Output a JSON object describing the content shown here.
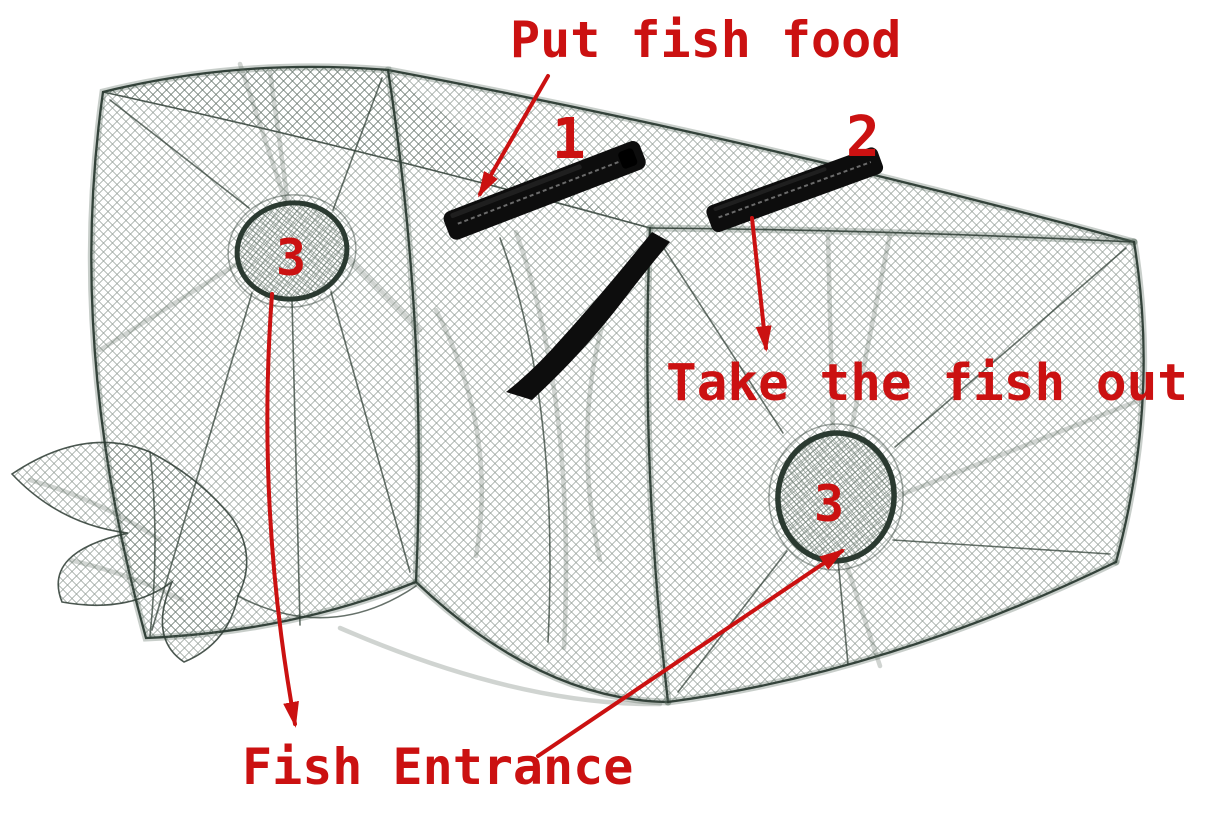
{
  "labels": {
    "put_fish_food": "Put fish food",
    "step_1": "1",
    "step_2": "2",
    "take_the_fish_out": "Take the fish out",
    "entrance_left": "3",
    "entrance_right": "3",
    "fish_entrance": "Fish Entrance"
  },
  "colors": {
    "annotation": "#cb1111",
    "net_line": "#2b3a31",
    "net_mesh": "#55665b",
    "zipper": "#0d0d0d"
  }
}
